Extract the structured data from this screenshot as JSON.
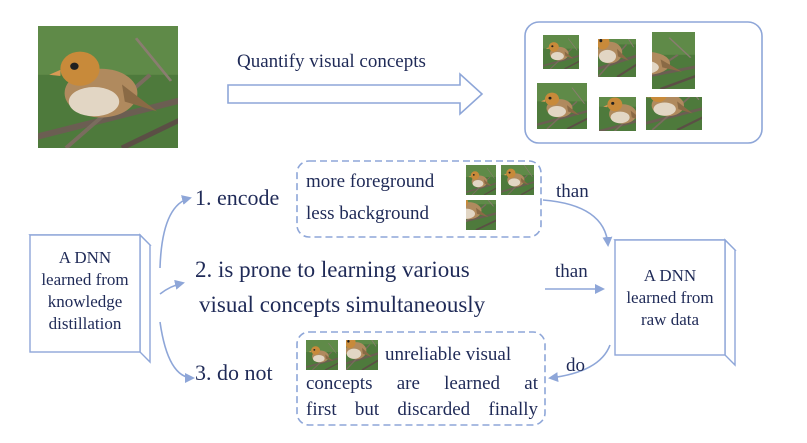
{
  "top": {
    "arrow_label": "Quantify visual concepts"
  },
  "left_box": {
    "lines": [
      "A DNN",
      "learned from",
      "knowledge",
      "distillation"
    ]
  },
  "right_box": {
    "lines": [
      "A DNN",
      "learned from",
      "raw data"
    ]
  },
  "branches": {
    "encode": {
      "label": "1. encode",
      "box_line1": "more foreground",
      "box_line2": "less background",
      "connector": "than"
    },
    "prone": {
      "line1": "2. is prone to learning various",
      "line2": "visual concepts simultaneously",
      "connector": "than"
    },
    "donot": {
      "label": "3. do not",
      "box_line1": "unreliable visual",
      "box_line2": "concepts are learned at",
      "box_line3": "first but discarded finally",
      "connector": "do"
    }
  },
  "colors": {
    "arrow": "#8ea6d8",
    "text": "#1f2a57",
    "box_stroke": "#9fb3df",
    "photo_bg": "#4e7a3c",
    "bird_body": "#b08a5e",
    "bird_head": "#c88a3a",
    "branch": "#6b5e52"
  }
}
